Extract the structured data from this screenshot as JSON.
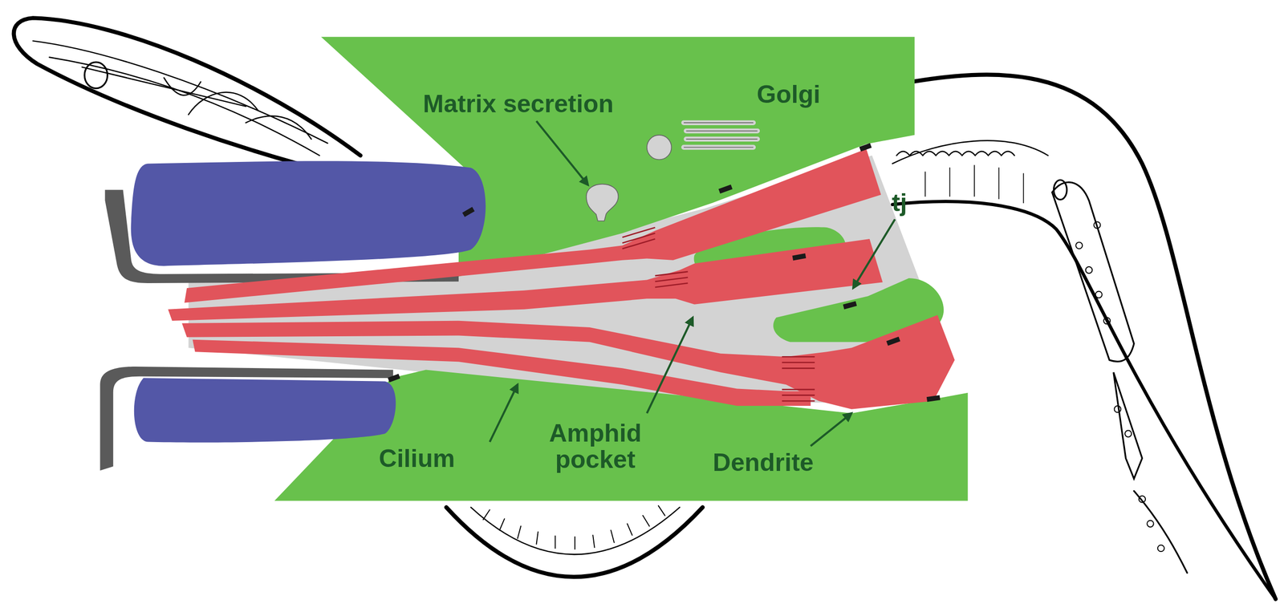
{
  "diagram": {
    "labels": [
      "Matrix secretion",
      "Golgi",
      "tj",
      "Cilium",
      "Amphid pocket",
      "Dendrite"
    ]
  }
}
